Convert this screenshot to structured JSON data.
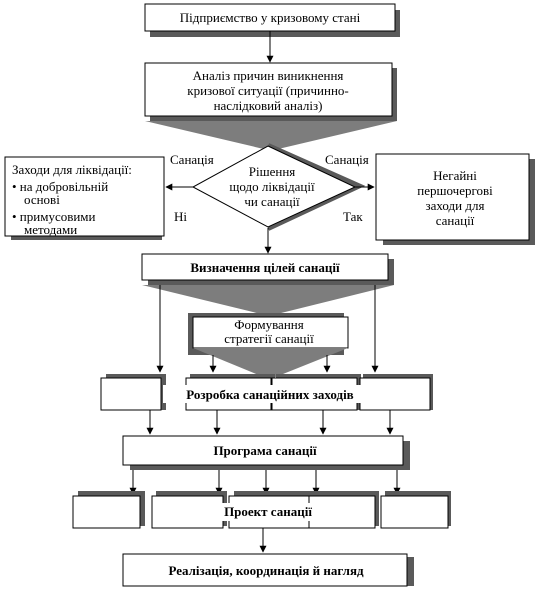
{
  "nodes": {
    "enterprise": "Підприємство у кризовому стані",
    "analysis": [
      "Аналіз причин виникнення",
      "кризової ситуації (причинно-",
      "наслідковий аналіз)"
    ],
    "liquidation": [
      "Заходи для ліквідації:",
      "• на добровільній",
      "основі",
      "• примусовими",
      "методами"
    ],
    "decision": [
      "Рішення",
      "щодо ліквідації",
      "чи санації"
    ],
    "urgent": [
      "Негайні",
      "першочергові",
      "заходи для",
      "санації"
    ],
    "goals": "Визначення цілей санації",
    "strategy": [
      "Формування",
      "стратегії санації"
    ],
    "measures": "Розробка санаційних заходів",
    "program": "Програма санації",
    "project": "Проект санації",
    "implementation": "Реалізація, координація й нагляд"
  },
  "labels": {
    "left_top": "Санація",
    "left_bottom": "Ні",
    "right_top": "Санація",
    "right_bottom": "Так"
  }
}
